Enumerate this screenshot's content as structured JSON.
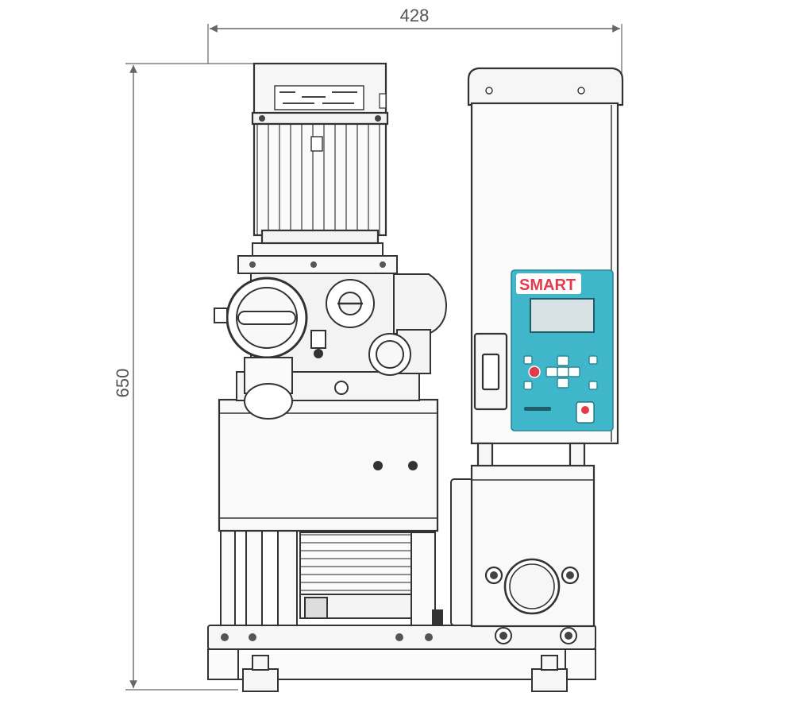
{
  "dimensions": {
    "width": {
      "value": "428"
    },
    "height": {
      "value": "650"
    }
  },
  "control_panel": {
    "brand": "SMART",
    "brand_color": "#e23a4b",
    "panel_color": "#3fb6c9",
    "screen_color": "#d8e2e6"
  },
  "colors": {
    "line": "#333333",
    "dimension": "#666666",
    "fill_light": "#f7f7f7",
    "metal": "#e9e9e9"
  },
  "icons": [
    "dimension-arrow",
    "bolt",
    "keypad-arrows",
    "stop-button",
    "power-switch"
  ]
}
